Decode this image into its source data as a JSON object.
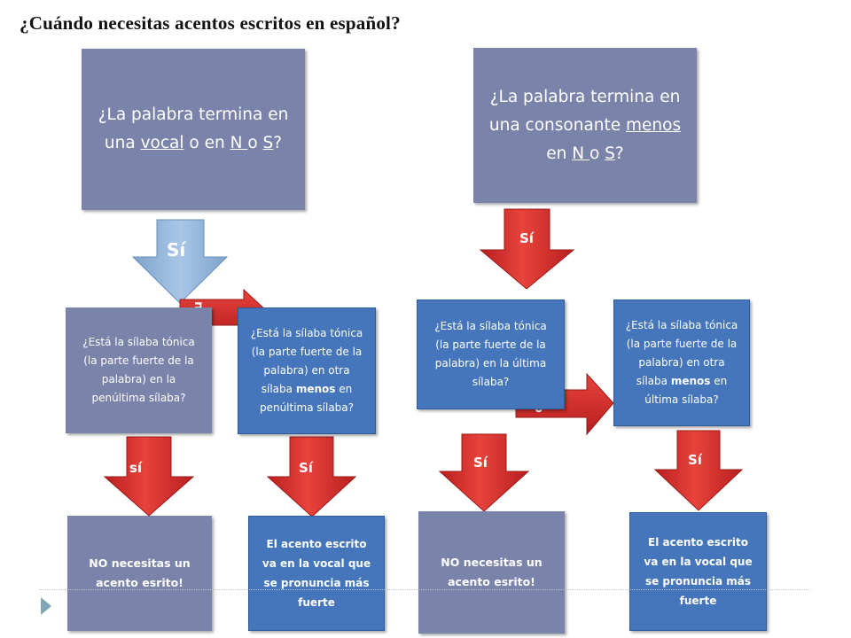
{
  "title": "¿Cuándo necesitas acentos escritos en español?",
  "q_left": {
    "pre": "¿La palabra termina en una ",
    "vocal": "vocal",
    "mid": " o en ",
    "n": "N ",
    "o": "o ",
    "s": "S",
    "post": "?"
  },
  "q_right": {
    "pre": "¿La palabra termina en una consonante ",
    "menos": "menos",
    "mid": " en ",
    "n": "N ",
    "o": "o ",
    "s": "S",
    "post": "?"
  },
  "arrows": {
    "si_big": "Sí",
    "si_right_top": "Sí",
    "no_left": "n o",
    "no_right": "n o",
    "si_lower_1": "sí",
    "si_lower_2": "Sí",
    "si_lower_3": "Sí",
    "si_lower_4": "Sí"
  },
  "q_penultima": "¿Está la sílaba tónica (la parte fuerte de la palabra) en la penúltima sílaba?",
  "q_otra_penultima": {
    "pre": "¿Está la sílaba tónica (la parte fuerte de la palabra) en otra sílaba ",
    "menos": "menos",
    "post": " en penúltima sílaba?"
  },
  "q_ultima": "¿Está la sílaba tónica (la parte fuerte de la palabra) en la última sílaba?",
  "q_otra_ultima": {
    "pre": "¿Está la sílaba tónica (la parte fuerte de la palabra) en otra sílaba ",
    "menos": "menos",
    "post": " en última sílaba?"
  },
  "ans_no_1": "NO necesitas un acento esrito!",
  "ans_yes_1": "El acento escrito va en la vocal que se pronuncia más fuerte",
  "ans_no_2": "NO necesitas un acento esrito!",
  "ans_yes_2": "El acento escrito va en la vocal que se pronuncia más fuerte",
  "colors": {
    "box_gray": "#7a83aa",
    "box_blue": "#4575bb",
    "arrow_red": "#d9302c",
    "arrow_light_blue": "#8fb4d8"
  }
}
